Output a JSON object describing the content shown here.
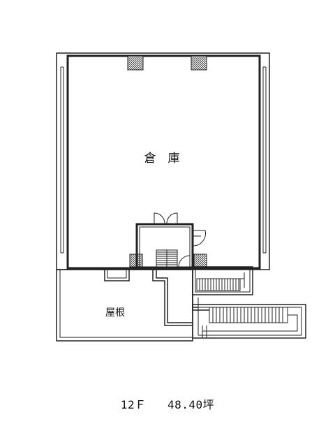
{
  "rooms": {
    "warehouse": "倉　庫",
    "roof": "屋根"
  },
  "caption": {
    "floor": "12Ｆ",
    "area": "48.40坪"
  },
  "colors": {
    "line": "#222222",
    "hatch": "#555555",
    "background": "#ffffff"
  }
}
